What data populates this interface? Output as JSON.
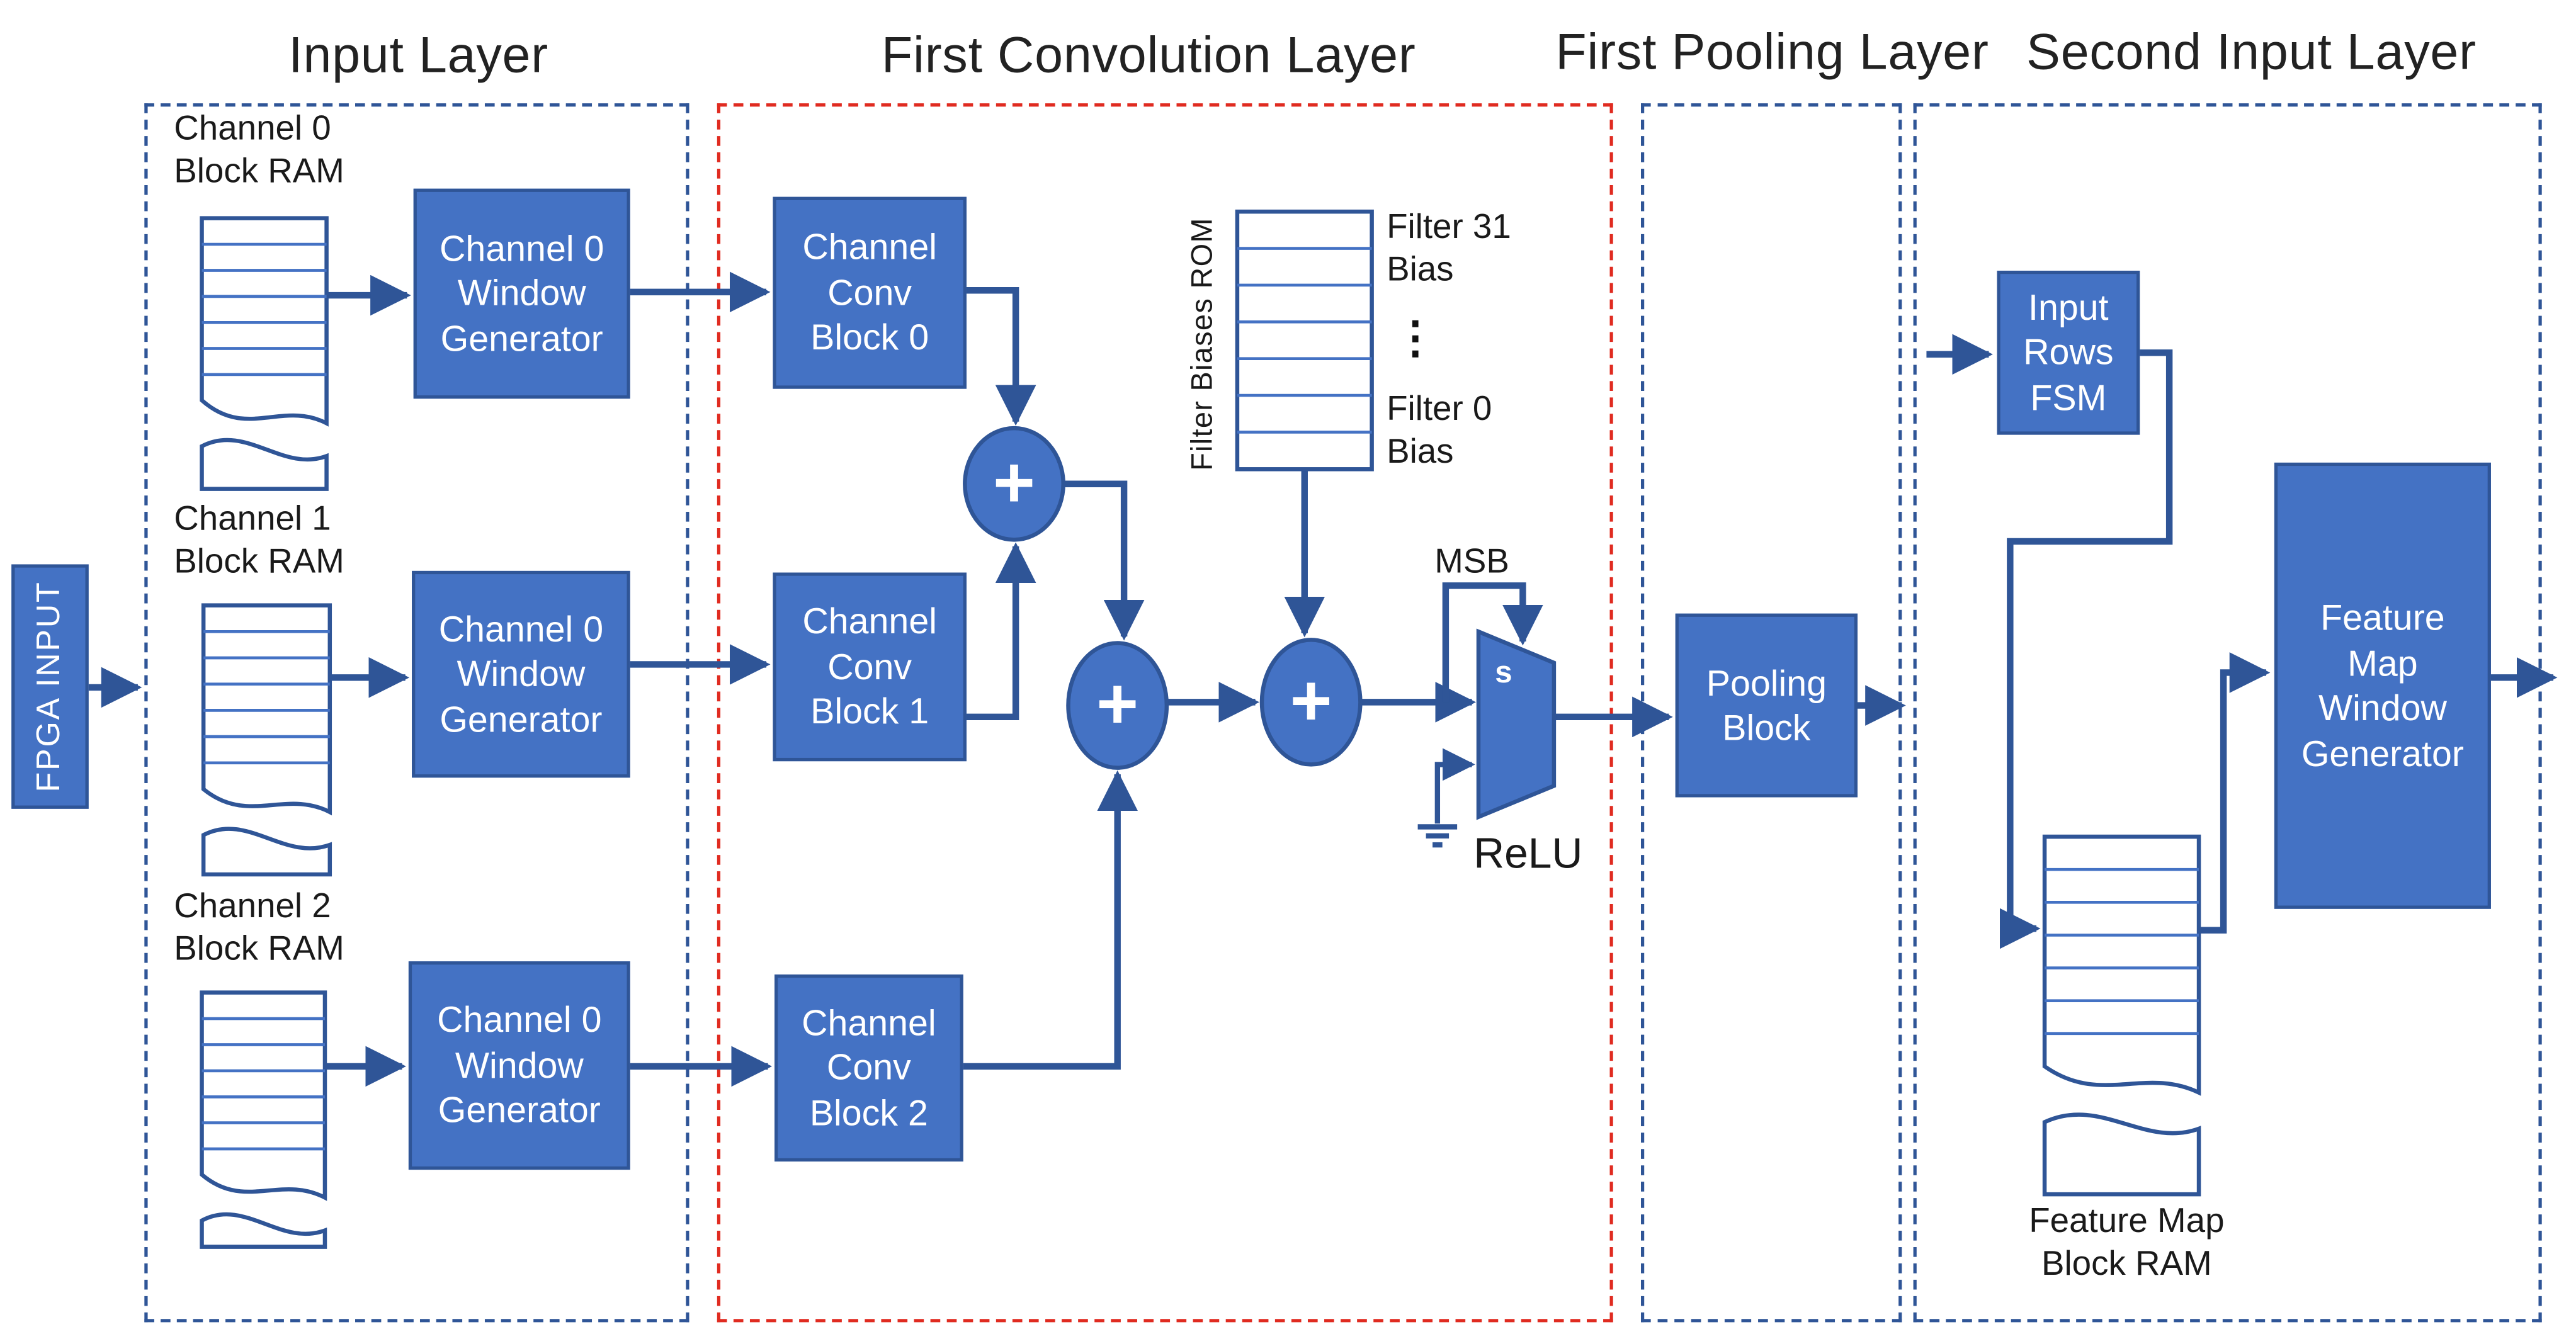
{
  "titles": {
    "input_layer": "Input Layer",
    "first_convolution_layer": "First Convolution Layer",
    "first_pooling_layer": "First Pooling Layer",
    "second_input_layer": "Second Input Layer"
  },
  "fpga": {
    "label": "FPGA INPUT"
  },
  "channels": [
    {
      "label": "Channel 0\nBlock RAM"
    },
    {
      "label": "Channel 1\nBlock RAM"
    },
    {
      "label": "Channel 2\nBlock RAM"
    }
  ],
  "window_generators": [
    {
      "label": "Channel 0\nWindow\nGenerator"
    },
    {
      "label": "Channel 0\nWindow\nGenerator"
    },
    {
      "label": "Channel 0\nWindow\nGenerator"
    }
  ],
  "conv_blocks": [
    {
      "label": "Channel\nConv\nBlock 0"
    },
    {
      "label": "Channel\nConv\nBlock 1"
    },
    {
      "label": "Channel\nConv\nBlock 2"
    }
  ],
  "symbols": {
    "plus": "+",
    "mux_select": "s",
    "ellipsis": "⋮"
  },
  "rom": {
    "side_label": "Filter Biases ROM",
    "top_label": "Filter 31\nBias",
    "bottom_label": "Filter 0\nBias"
  },
  "annotations": {
    "msb": "MSB",
    "relu": "ReLU"
  },
  "pooling": {
    "label": "Pooling\nBlock"
  },
  "second_input": {
    "fsm_label": "Input\nRows\nFSM",
    "fm_generator_label": "Feature\nMap\nWindow\nGenerator",
    "fm_ram_label": "Feature Map\nBlock RAM"
  },
  "colors": {
    "box_fill": "#4472C4",
    "box_border": "#2F5597",
    "wire": "#2F5597",
    "dash_blue": "#2F5597",
    "dash_red": "#E02B20",
    "ram_inner_line": "#4472C4",
    "text_dark": "#1A1A1A",
    "text_light": "#FFFFFF"
  }
}
